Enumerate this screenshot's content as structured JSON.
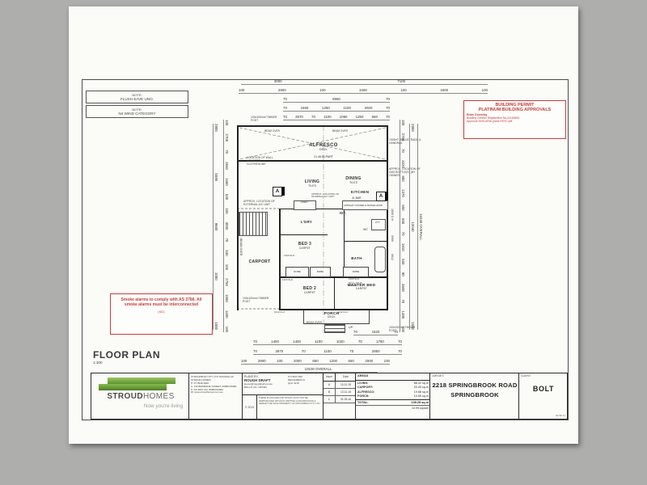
{
  "sheet": {
    "notes": {
      "note_label": "NOTE:",
      "note1": "FLUSH EAVE UNO.",
      "note2": "N4 WIND CATEGORY"
    },
    "permit": {
      "line1": "BUILDING PERMIT",
      "line2": "PLATINUM BUILDING APPROVALS",
      "line3": "Brian Downing",
      "line4": "Building Certifier Registration No:A1169661",
      "line5": "Approval 2005-ARch plans REVC.pdf",
      "accent_color": "#c4403d"
    },
    "smoke": {
      "text": "Smoke alarms to comply with AS 3786. All smoke alarms must be interconnected",
      "symbol": "(SD)"
    },
    "plan_title": "FLOOR PLAN",
    "plan_scale": "1:100"
  },
  "rooms": {
    "alfresco": {
      "name": "ALFRESCO",
      "sub": "DECK"
    },
    "living": {
      "name": "LIVING",
      "sub": "TILES"
    },
    "dining": {
      "name": "DINING",
      "sub": "TILES"
    },
    "kitchen": {
      "name": "KITCHEN",
      "sub": ""
    },
    "kit": {
      "name": "KIT.",
      "sub": ""
    },
    "ldry": {
      "name": "L'DRY",
      "sub": ""
    },
    "bed3": {
      "name": "BED 3",
      "sub": "CARPET"
    },
    "carport": {
      "name": "CARPORT",
      "sub": ""
    },
    "bath": {
      "name": "BATH",
      "sub": ""
    },
    "bed2": {
      "name": "BED 2",
      "sub": "CARPET"
    },
    "master": {
      "name": "MASTER BED",
      "sub": "CARPET"
    },
    "porch": {
      "name": "PORCH",
      "sub": "DECK"
    }
  },
  "ann": {
    "beam_over": "BEAM OVER",
    "bipart": "21.48 BI-PART",
    "balustrade": "1000HT. BALUSTRADE & HANDRAIL",
    "gas": "APPROX. LOCATION OF GAS BOTTLE(S) (BY OWNER)",
    "clothesline": "LOCATION OF WALL MOUNTED CLOTHESLINE",
    "ext_ac": "APPROX. LOCATION OF EXTERNAL A/C UNIT",
    "int_ac": "APPROX. LOCATION OF INTERNAL A/C UNIT",
    "cooker": "UPRIGHT COOKER & RANGE HOOD",
    "bbar": "B. BAR",
    "linen": "LINEN",
    "pty": "PTY",
    "wc": "WC",
    "robe": "ROBE",
    "sld1300": "1300 SLD.",
    "sld1200": "1200 SLD.",
    "sld1600": "1600 SLD.",
    "stud": "90mm STUD FRAME",
    "timber_post": "100x100mm TIMBER POST",
    "up": "UP.",
    "section_a": "A"
  },
  "dims": {
    "top1a": "3000",
    "top1b": "7100",
    "top2": "100 2900 100 3400 100 3400 100",
    "top3": "70 6960 70",
    "top4": "70 1550 1250 1100 2920 70",
    "top5": "70 2870 70 1100 1050 1250 650 70",
    "bottom1": "70 1620 70",
    "bottom2": "70 1400 1400 1100 1020 70 1760 70",
    "bottom3": "70 2870 70 1100 70 2850 70",
    "bottom4": "100 2900 100 2000 650 1200 650 2000 100",
    "bottom5": "10100 OVERALL",
    "left_outer": "2800 5590 9600 1050 1500",
    "left_inner": "100 2700 70 3840 1650 530 100 3000 70 530 100 2750 1050 1400 100",
    "right_inner": "100 2700 70 3220 800 1370 650 650 70 1810 530 90 3600 70 1480 100",
    "right_mid": "2800 12040 1580",
    "right_overall": "16240 OVERALL",
    "win_right_1": "1806 D.H.",
    "win_right_2": "0906",
    "win_right_3": "0612",
    "win_bottom": "1212 D.H."
  },
  "title_block": {
    "logo": {
      "brand_bold": "STROUD",
      "brand_light": "HOMES",
      "tagline": "Now you're living",
      "green": "#6fae3f"
    },
    "company": {
      "l1": "STROUDBUILT PTY LTD TRADING AS",
      "l2": "STROUD HOMES:",
      "l3": "P: 07 3548 3000",
      "l4": "A: 133 BRISBANE STREET, JIMBOOMBA",
      "l5": "P: PO BOX 152 JIMBOOMBA",
      "l6": "W: www.stroudhomes.com.au"
    },
    "plans_by": {
      "label": "PLANS BY:",
      "name": "ROUGH DRAFT",
      "email": "steven@roughdraft.net.au",
      "lic": "BSA LIC NO. 1187365"
    },
    "po_box": {
      "l1": "P.O BOX 950",
      "l2": "BROADBEACH",
      "l3": "QLD  4218"
    },
    "copyright": {
      "year": "© 2013",
      "text": "THESE PLANS ARE COPYRIGHT, MUST NOT BE REPRODUCED WITHOUT WRITTEN AUTHORISATION & REMAIN THE SOLE PROPERTY OF STROUDBUILT PTY LTD"
    },
    "issues": {
      "col1": "Issue",
      "col2": "Date",
      "rows": [
        {
          "issue": "A",
          "date": "10.11.15"
        },
        {
          "issue": "B",
          "date": "13.11.15"
        },
        {
          "issue": "C",
          "date": "31.05.16"
        }
      ]
    },
    "areas": {
      "header": "AREAS",
      "rows": [
        {
          "label": "LIVING:",
          "value": "88.32 sq.m"
        },
        {
          "label": "CARPORT:",
          "value": "20.40 sq.m"
        },
        {
          "label": "ALFRESCO:",
          "value": "19.88 sq.m"
        },
        {
          "label": "PORCH:",
          "value": "10.65 sq.m"
        }
      ],
      "total_label": "TOTAL:",
      "total_value": "139.25 sq.m",
      "squares": "14.99 square"
    },
    "job": {
      "label": "JOB DET:",
      "line1": "2218 SPRINGBROOK ROAD",
      "line2": "SPRINGBROOK"
    },
    "client": {
      "label": "CLIENT:",
      "name": "BOLT",
      "page": "02 OF 11"
    }
  }
}
